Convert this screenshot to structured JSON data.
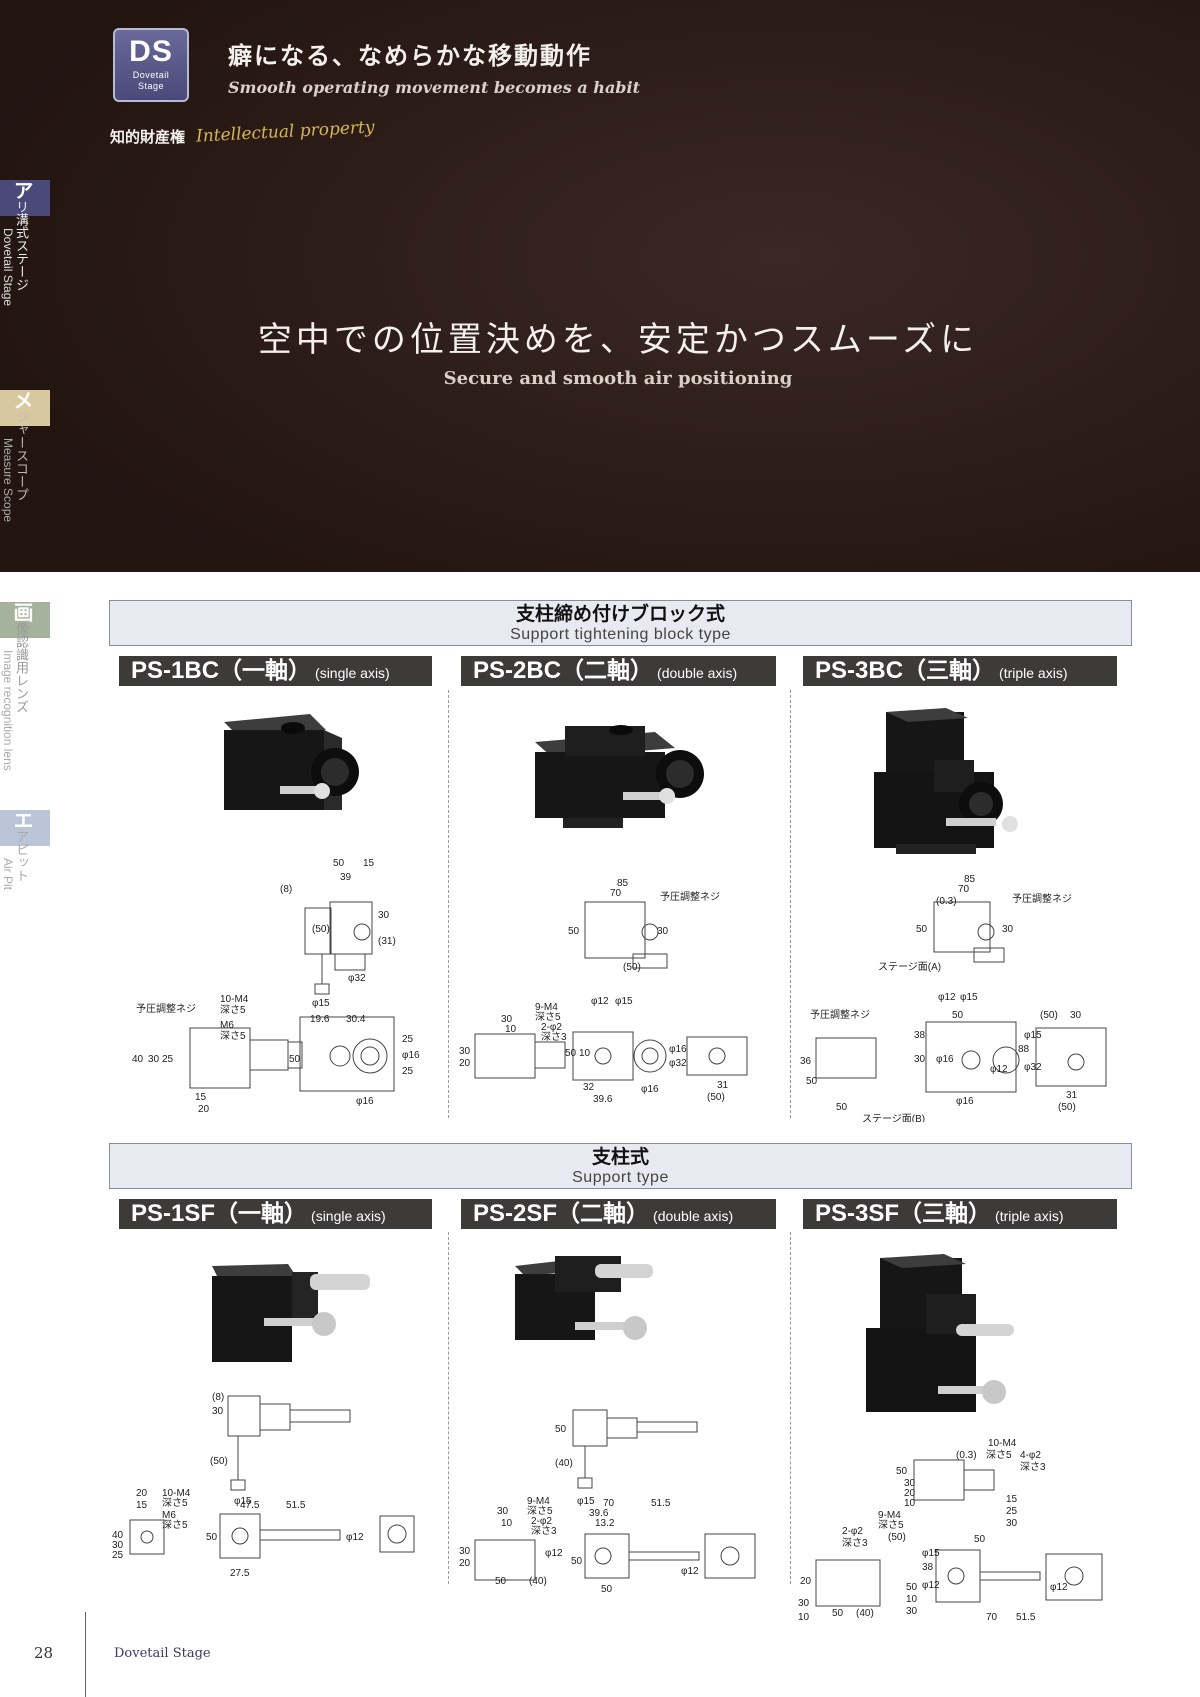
{
  "header": {
    "badge_code": "DS",
    "badge_sub_1": "Dovetail",
    "badge_sub_2": "Stage",
    "title_ja": "癖になる、なめらかな移動動作",
    "title_en": "Smooth operating movement becomes a habit",
    "ip_ja": "知的財産権",
    "ip_en": "Intellectual property"
  },
  "hero": {
    "headline_ja": "空中での位置決めを、安定かつスムーズに",
    "headline_en": "Secure and smooth air positioning"
  },
  "side_tabs": [
    {
      "initial": "ア",
      "label_ja": "リ溝式ステージ",
      "label_en": "Dovetail Stage",
      "color": "#4a4a7a"
    },
    {
      "initial": "メ",
      "label_ja": "ジャースコープ",
      "label_en": "Measure Scope",
      "color": "#d8c8a0"
    },
    {
      "initial": "画",
      "label_ja": "像認識用レンズ",
      "label_en": "Image recognition lens",
      "color": "#a6b39c"
    },
    {
      "initial": "エ",
      "label_ja": "アピット",
      "label_en": "Air Pit",
      "color": "#b9c4d6"
    }
  ],
  "sections": [
    {
      "title_ja": "支柱締め付けブロック式",
      "title_en": "Support tightening block type",
      "models": [
        {
          "name": "PS-1BC",
          "axis_ja": "（一軸）",
          "axis_en": "(single axis)"
        },
        {
          "name": "PS-2BC",
          "axis_ja": "（二軸）",
          "axis_en": "(double axis)"
        },
        {
          "name": "PS-3BC",
          "axis_ja": "（三軸）",
          "axis_en": "(triple axis)"
        }
      ]
    },
    {
      "title_ja": "支柱式",
      "title_en": "Support type",
      "models": [
        {
          "name": "PS-1SF",
          "axis_ja": "（一軸）",
          "axis_en": "(single axis)"
        },
        {
          "name": "PS-2SF",
          "axis_ja": "（二軸）",
          "axis_en": "(double axis)"
        },
        {
          "name": "PS-3SF",
          "axis_ja": "（三軸）",
          "axis_en": "(triple axis)"
        }
      ]
    }
  ],
  "dims": {
    "bc1": [
      "(8)",
      "50",
      "15",
      "39",
      "30",
      "(50)",
      "(31)",
      "φ32",
      "φ15",
      "予圧調整ネジ",
      "10-M4",
      "深さ5",
      "M6",
      "深さ5",
      "40",
      "30",
      "25",
      "15",
      "20",
      "19.6",
      "30.4",
      "50",
      "25",
      "φ16",
      "25",
      "φ16"
    ],
    "bc2": [
      "85",
      "70",
      "予圧調整ネジ",
      "50",
      "30",
      "(50)",
      "φ12",
      "φ15",
      "9-M4",
      "深さ5",
      "2-φ2",
      "深さ3",
      "30",
      "10",
      "30",
      "20",
      "50",
      "10",
      "φ16",
      "φ32",
      "32",
      "39.6",
      "φ16",
      "31",
      "(50)"
    ],
    "bc3": [
      "85",
      "70",
      "(0.3)",
      "予圧調整ネジ",
      "50",
      "30",
      "ステージ面(A)",
      "φ12",
      "φ15",
      "予圧調整ネジ",
      "50",
      "38",
      "(50)",
      "30",
      "φ15",
      "36",
      "50",
      "30",
      "φ16",
      "φ12",
      "88",
      "φ32",
      "φ16",
      "50",
      "ステージ面(B)",
      "31",
      "(50)"
    ],
    "sf1": [
      "30",
      "(8)",
      "(50)",
      "φ15",
      "20",
      "15",
      "10-M4",
      "深さ5",
      "M6",
      "深さ5",
      "47.5",
      "51.5",
      "40",
      "30",
      "25",
      "50",
      "φ12",
      "27.5"
    ],
    "sf2": [
      "50",
      "(40)",
      "φ15",
      "9-M4",
      "深さ5",
      "2-φ2",
      "深さ3",
      "30",
      "10",
      "39.6",
      "13.2",
      "70",
      "51.5",
      "30",
      "20",
      "φ12",
      "50",
      "φ12",
      "50",
      "(40)",
      "50"
    ],
    "sf3": [
      "10-M4",
      "(0.3)",
      "深さ5",
      "4-φ2",
      "深さ3",
      "50",
      "30",
      "20",
      "10",
      "15",
      "25",
      "30",
      "9-M4",
      "深さ5",
      "2-φ2",
      "(50)",
      "深さ3",
      "50",
      "38",
      "φ15",
      "20",
      "φ12",
      "50",
      "10",
      "30",
      "φ12",
      "30",
      "10",
      "50",
      "(40)",
      "70",
      "51.5"
    ]
  },
  "footer": {
    "page_number": "28",
    "title": "Dovetail Stage"
  }
}
